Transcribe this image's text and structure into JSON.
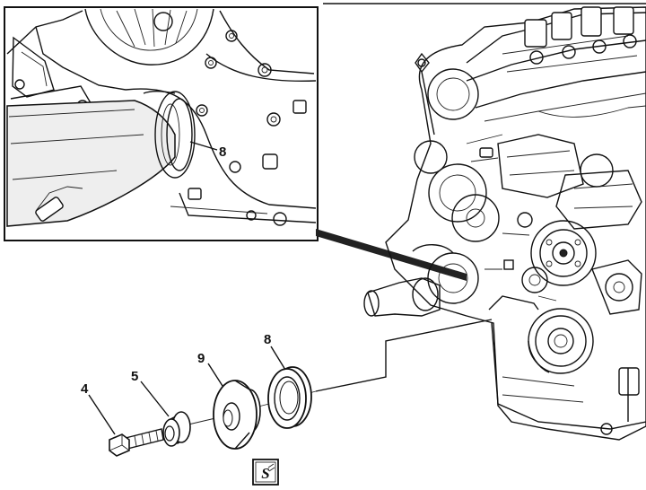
{
  "diagram": {
    "inset_callout": "8",
    "parts": [
      {
        "id": "bolt",
        "number": "4"
      },
      {
        "id": "washer",
        "number": "5"
      },
      {
        "id": "hub",
        "number": "9"
      },
      {
        "id": "seal",
        "number": "8"
      }
    ],
    "tool_symbol": "S"
  }
}
